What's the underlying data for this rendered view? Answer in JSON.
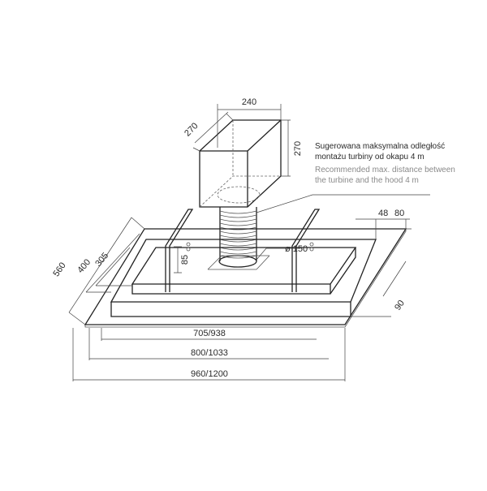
{
  "dimensions": {
    "box_width": "240",
    "box_depth": "270",
    "box_height": "270",
    "outlet_diameter": "ø 150",
    "rod_height": "85",
    "inner_depth_a": "305",
    "inner_depth_b": "400",
    "total_depth": "560",
    "frame_48": "48",
    "frame_80": "80",
    "frame_90": "90",
    "width_inner": "705/938",
    "width_mid": "800/1033",
    "width_outer": "960/1200"
  },
  "note": {
    "pl_line1": "Sugerowana maksymalna odległość",
    "pl_line2": "montażu turbiny od okapu 4 m",
    "en_line1": "Recommended max. distance between",
    "en_line2": "the turbine and the hood 4 m"
  },
  "colors": {
    "line": "#222222",
    "note_english": "#8a8a8a"
  }
}
